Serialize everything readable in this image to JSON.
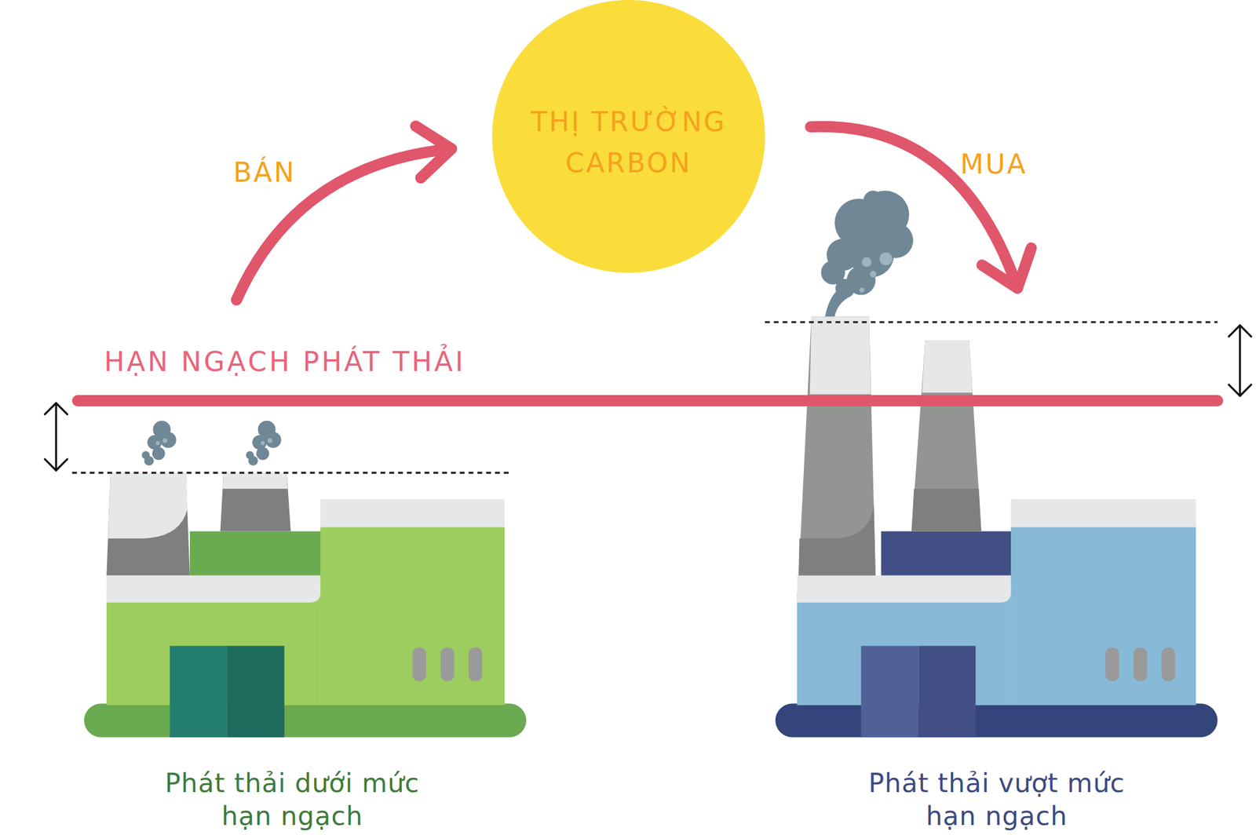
{
  "diagram": {
    "nodes": [
      {
        "text": [
          "THỊ TRƯỜNG CARBON"
        ]
      },
      {
        "text": [
          "Phát thải dưới mức hạn ngạch"
        ]
      },
      {
        "text": [
          "Phát thải vượt mức hạn ngạch"
        ]
      }
    ],
    "edges": [
      {
        "from": 1,
        "to": 0,
        "label": "BÁN",
        "arrow": "to"
      },
      {
        "from": 0,
        "to": 2,
        "label": "MUA",
        "arrow": "to"
      }
    ],
    "labels": [
      "HẠN NGẠCH PHÁT THẢI"
    ]
  }
}
